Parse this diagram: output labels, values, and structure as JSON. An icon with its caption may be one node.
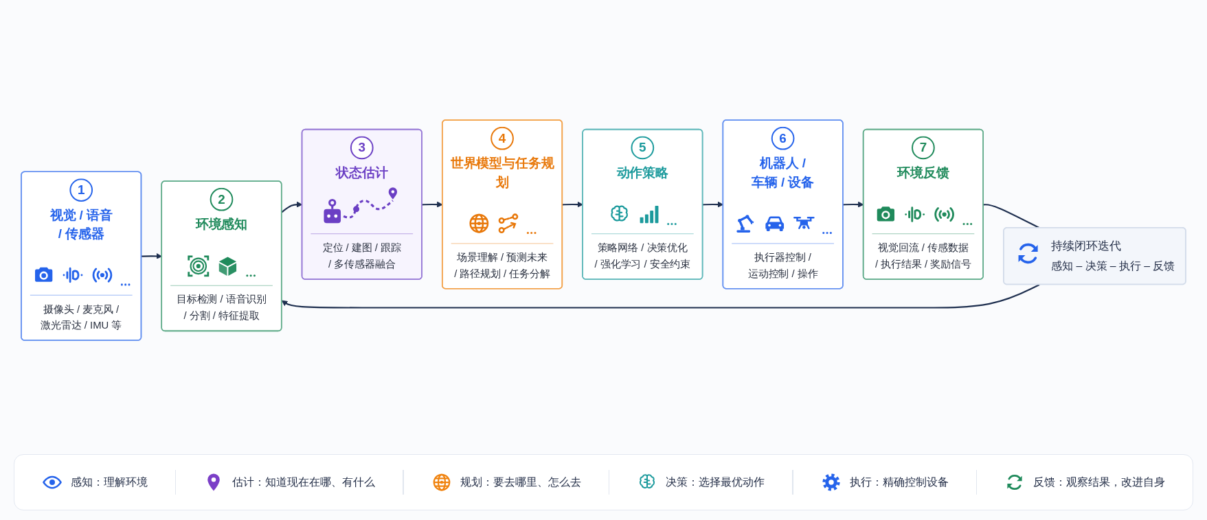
{
  "diagram": {
    "nodes": [
      {
        "text": [
          "1",
          "视觉 / 语音 / 传感器",
          "摄像头 / 麦克风 / 激光雷达 / IMU 等"
        ]
      },
      {
        "text": [
          "2",
          "环境感知",
          "目标检测 / 语音识别 / 分割 / 特征提取"
        ]
      },
      {
        "text": [
          "3",
          "状态估计",
          "定位 / 建图 / 跟踪 / 多传感器融合"
        ]
      },
      {
        "text": [
          "4",
          "世界模型与任务规划",
          "场景理解 / 预测未来 / 路径规划 / 任务分解"
        ]
      },
      {
        "text": [
          "5",
          "动作策略",
          "策略网络 / 决策优化 / 强化学习 / 安全约束"
        ]
      },
      {
        "text": [
          "6",
          "机器人 / 车辆 / 设备",
          "执行器控制 / 运动控制 / 操作"
        ]
      },
      {
        "text": [
          "7",
          "环境反馈",
          "视觉回流 / 传感数据 / 执行结果 / 奖励信号"
        ]
      },
      {
        "text": [
          "持续闭环迭代",
          "感知 – 决策 – 执行 – 反馈"
        ]
      }
    ],
    "edges": [
      {
        "from": 0,
        "to": 1,
        "arrow": "to"
      },
      {
        "from": 1,
        "to": 2,
        "arrow": "to"
      },
      {
        "from": 2,
        "to": 3,
        "arrow": "to"
      },
      {
        "from": 3,
        "to": 4,
        "arrow": "to"
      },
      {
        "from": 4,
        "to": 5,
        "arrow": "to"
      },
      {
        "from": 5,
        "to": 6,
        "arrow": "to"
      },
      {
        "from": 6,
        "to": 7,
        "arrow": "none"
      },
      {
        "from": 7,
        "to": 1,
        "arrow": "to"
      }
    ],
    "legend": [
      {
        "text": "感知：理解环境"
      },
      {
        "text": "估计：知道现在在哪、有什么"
      },
      {
        "text": "规划：要去哪里、怎么去"
      },
      {
        "text": "决策：选择最优动作"
      },
      {
        "text": "执行：精确控制设备"
      },
      {
        "text": "反馈：观察结果，改进自身"
      }
    ]
  }
}
